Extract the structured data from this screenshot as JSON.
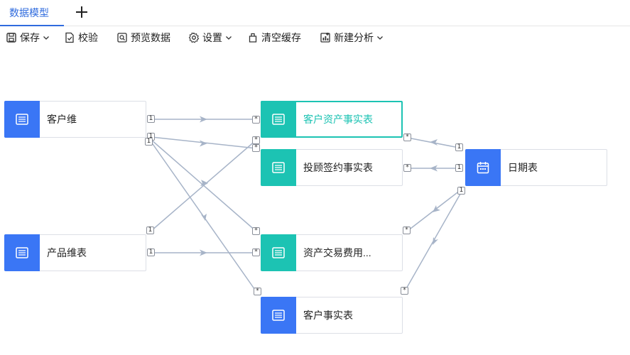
{
  "tabs": [
    {
      "label": "数据模型",
      "active": true
    }
  ],
  "toolbar": {
    "save": "保存",
    "validate": "校验",
    "preview": "预览数据",
    "settings": "设置",
    "clear_cache": "清空缓存",
    "new_analysis": "新建分析"
  },
  "nodes": {
    "customer_dim": "客户维",
    "product_dim": "产品维表",
    "customer_asset_fact": "客户资产事实表",
    "advisor_sign_fact": "投顾签约事实表",
    "asset_fee_fact": "资产交易费用...",
    "customer_fact": "客户事实表",
    "date_table": "日期表"
  },
  "cardinality": {
    "one": "1",
    "many": "*"
  },
  "colors": {
    "accent": "#2f6bde",
    "blue_node": "#3a76f5",
    "teal_node": "#1cc3b3",
    "edge": "#a7b4c8"
  }
}
